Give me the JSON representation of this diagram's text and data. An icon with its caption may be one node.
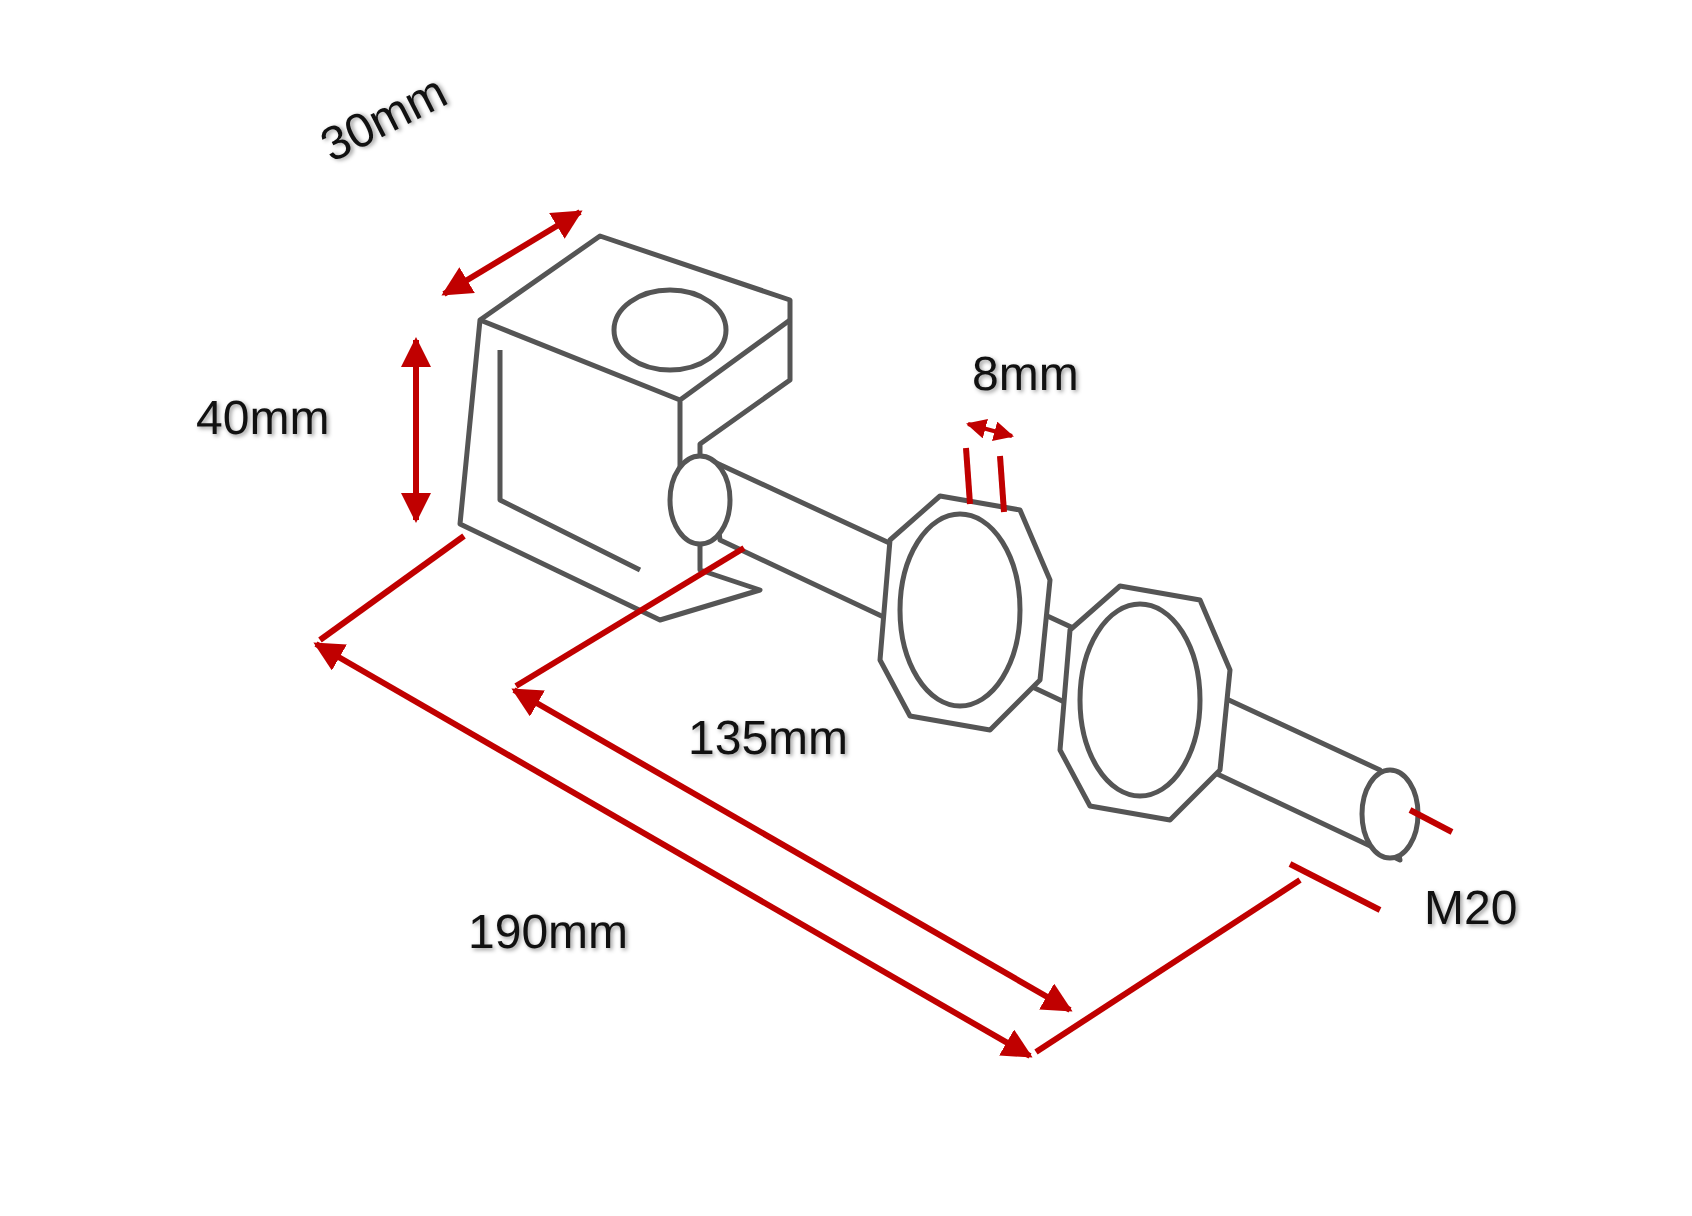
{
  "diagram": {
    "labels": [
      "30mm",
      "40mm",
      "8mm",
      "135mm",
      "190mm",
      "M20"
    ]
  }
}
